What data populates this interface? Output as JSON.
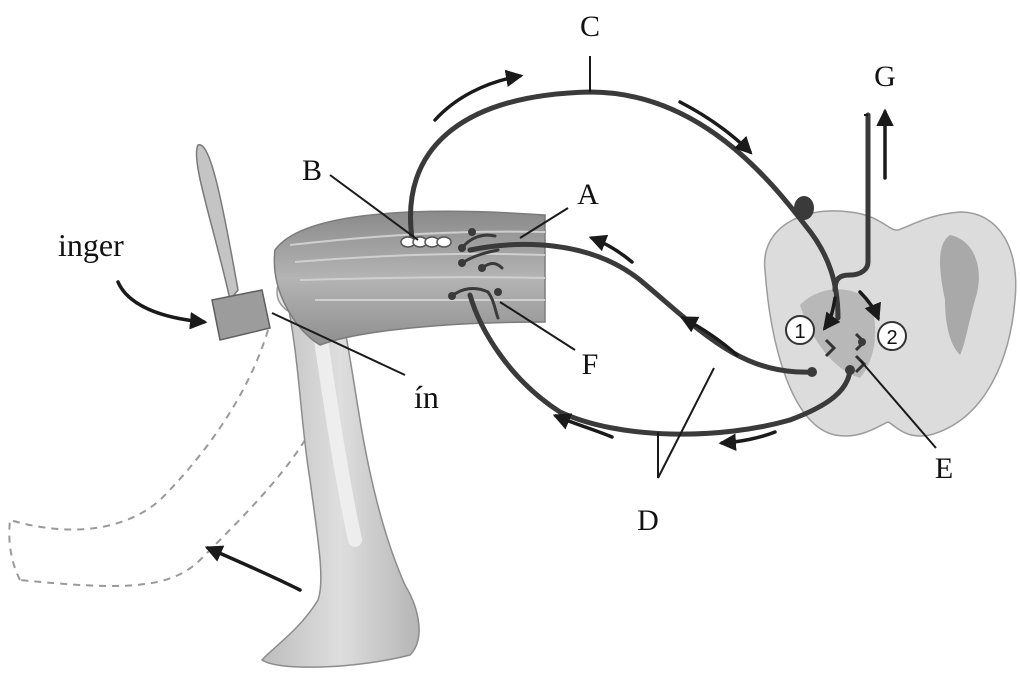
{
  "labels": {
    "A": "A",
    "B": "B",
    "C": "C",
    "D": "D",
    "E": "E",
    "F": "F",
    "G": "G",
    "stimulus": "inger",
    "tendon": "ín",
    "neuron_1": "1",
    "neuron_2": "2"
  },
  "colors": {
    "nerve": "#3a3a3a",
    "leg_skin": "#cfcfcf",
    "muscle": "#9d9d9d",
    "bone": "#eaeaea",
    "spinal_white": "#dcdcdc",
    "spinal_gray": "#a9a9a9",
    "hammer": "#b0b0b0"
  }
}
